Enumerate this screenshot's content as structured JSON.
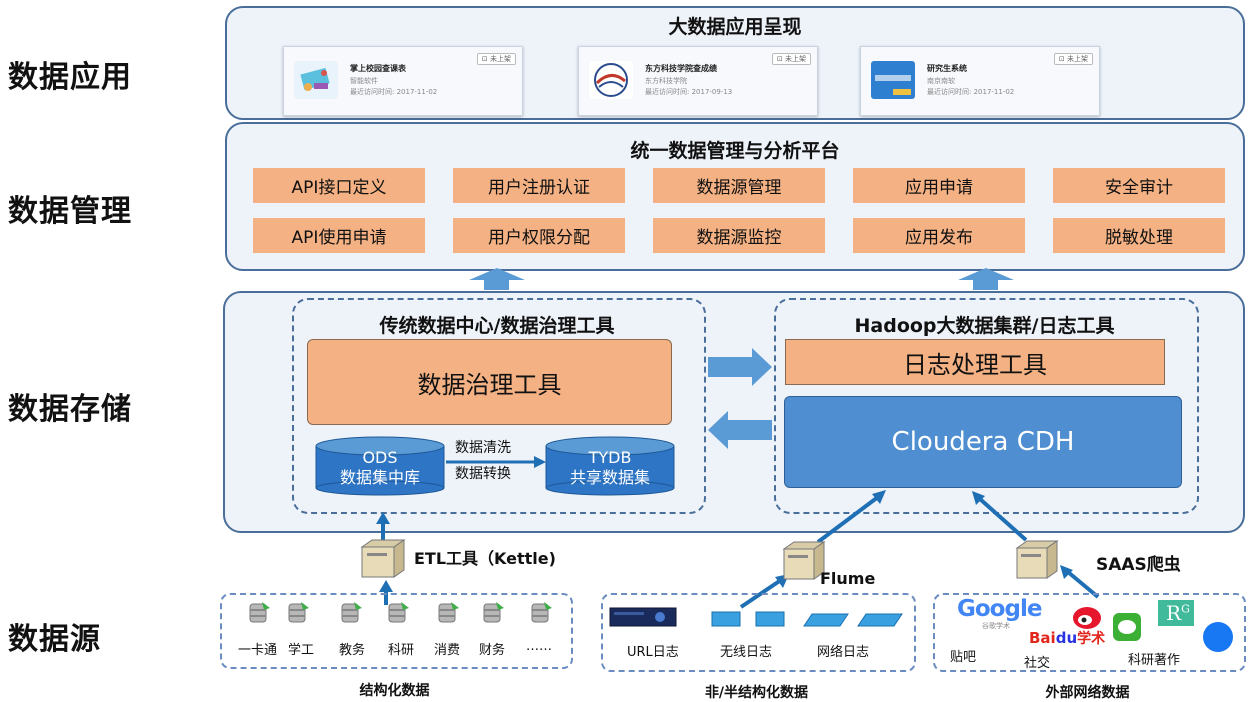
{
  "layers": {
    "application": "数据应用",
    "management": "数据管理",
    "storage": "数据存储",
    "source": "数据源"
  },
  "app_panel": {
    "title": "大数据应用呈现",
    "cards": [
      {
        "name": "掌上校园查课表",
        "org": "智能软件",
        "visit": "最近访问时间: 2017-11-02",
        "tag": "⊡ 未上架"
      },
      {
        "name": "东方科技学院查成绩",
        "org": "东方科技学院",
        "visit": "最近访问时间: 2017-09-13",
        "tag": "⊡ 未上架"
      },
      {
        "name": "研究生系统",
        "org": "南京南软",
        "visit": "最近访问时间: 2017-11-02",
        "tag": "⊡ 未上架"
      }
    ]
  },
  "mgmt_panel": {
    "title": "统一数据管理与分析平台",
    "row1": [
      "API接口定义",
      "用户注册认证",
      "数据源管理",
      "应用申请",
      "安全审计"
    ],
    "row2": [
      "API使用申请",
      "用户权限分配",
      "数据源监控",
      "应用发布",
      "脱敏处理"
    ]
  },
  "storage_panel": {
    "left_title": "传统数据中心/数据治理工具",
    "governance_tool": "数据治理工具",
    "ods_line1": "ODS",
    "ods_line2": "数据集中库",
    "tydb_line1": "TYDB",
    "tydb_line2": "共享数据集",
    "clean": "数据清洗",
    "transform": "数据转换",
    "right_title": "Hadoop大数据集群/日志工具",
    "log_tool": "日志处理工具",
    "cdh": "Cloudera CDH"
  },
  "tools": {
    "etl": "ETL工具（Kettle)",
    "flume": "Flume",
    "saas": "SAAS爬虫"
  },
  "sources": {
    "structured": {
      "title": "结构化数据",
      "items": [
        "一卡通",
        "学工",
        "教务",
        "科研",
        "消费",
        "财务",
        "……"
      ]
    },
    "semi": {
      "title": "非/半结构化数据",
      "items": [
        "URL日志",
        "无线日志",
        "网络日志"
      ]
    },
    "external": {
      "title": "外部网络数据",
      "items": [
        "贴吧",
        "社交",
        "科研著作"
      ],
      "logo_google": "Google",
      "logo_google_sub": "谷歌学术",
      "logo_baidu": "Bai",
      "logo_baidu_xs": "学术",
      "logo_rg": "R",
      "logo_rg_sup": "G"
    }
  },
  "colors": {
    "panel_border": "#4a6e9a",
    "orange": "#f4b183",
    "blue": "#5b9bd5",
    "arrow": "#1f6fb5"
  }
}
